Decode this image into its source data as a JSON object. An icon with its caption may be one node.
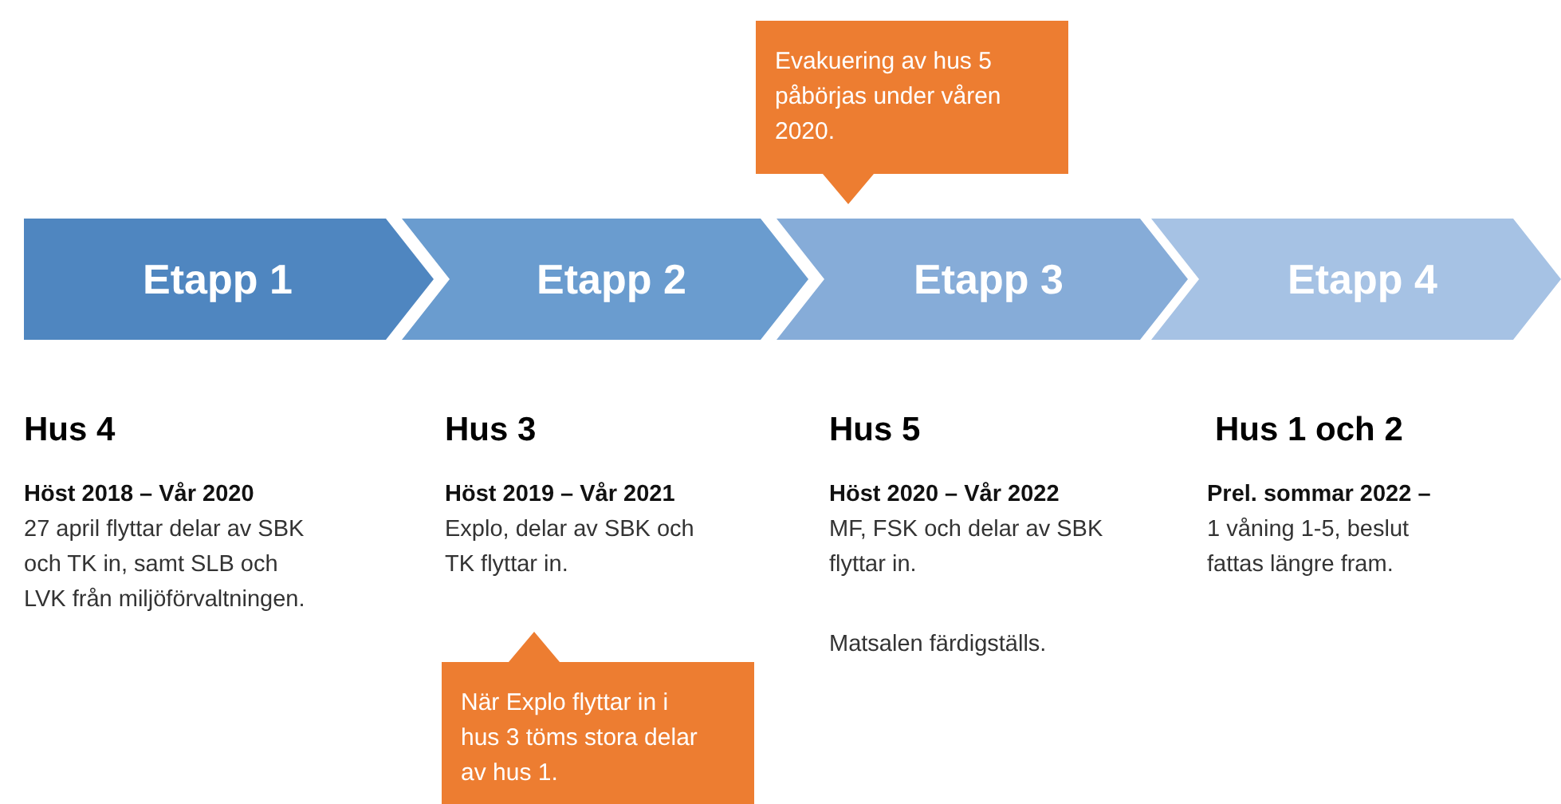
{
  "diagram": {
    "nodes": [
      {
        "text": [
          "Etapp 1"
        ]
      },
      {
        "text": [
          "Etapp 2"
        ]
      },
      {
        "text": [
          "Etapp 3"
        ]
      },
      {
        "text": [
          "Etapp 4"
        ]
      },
      {
        "text": [
          "Evakuering av hus 5 påbörjas under våren 2020."
        ]
      },
      {
        "text": [
          "När Explo flyttar in i hus 3 töms stora delar av hus 1."
        ]
      }
    ],
    "labels": [
      "Hus 4",
      "Höst 2018 – Vår 2020",
      "27 april flyttar delar av SBK och TK in, samt SLB och LVK från miljöförvaltningen.",
      "Hus 3",
      "Höst 2019 – Vår 2021",
      "Explo, delar av SBK och TK flyttar in.",
      "Hus 5",
      "Höst 2020 – Vår 2022",
      "MF, FSK och delar av SBK flyttar in.",
      "Matsalen färdigställs.",
      "Hus 1 och 2",
      "Prel. sommar 2022 –",
      "1 våning 1-5, beslut fattas längre fram."
    ]
  }
}
